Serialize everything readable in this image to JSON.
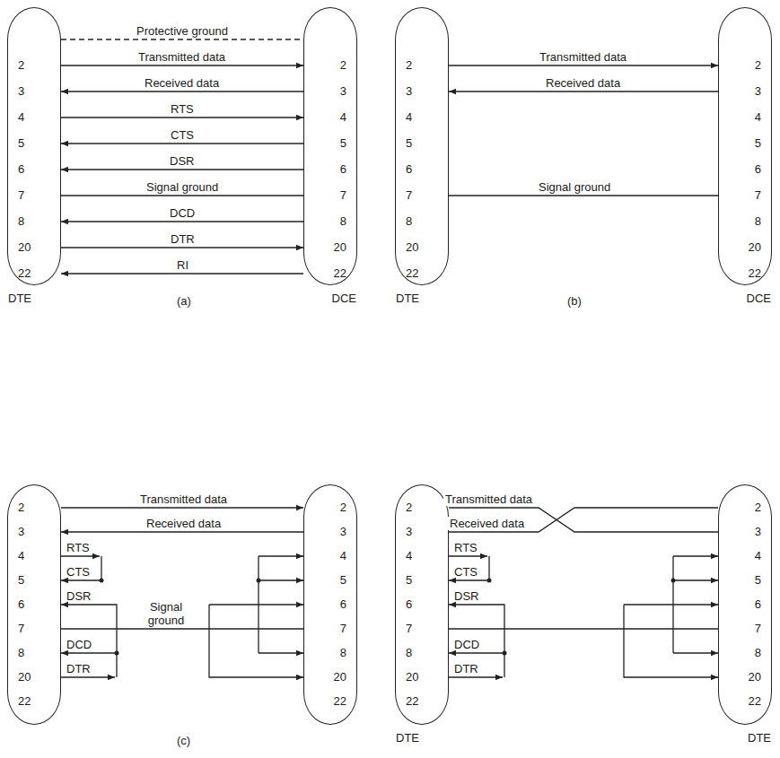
{
  "diagram": {
    "nodes": [
      {
        "text": [
          "2",
          "3",
          "4",
          "5",
          "6",
          "7",
          "8",
          "20",
          "22",
          "DTE"
        ]
      },
      {
        "text": [
          "2",
          "3",
          "4",
          "5",
          "6",
          "7",
          "8",
          "20",
          "22",
          "DCE"
        ]
      },
      {
        "text": [
          "2",
          "3",
          "4",
          "5",
          "6",
          "7",
          "8",
          "20",
          "22",
          "DTE"
        ]
      },
      {
        "text": [
          "2",
          "3",
          "4",
          "5",
          "6",
          "7",
          "8",
          "20",
          "22",
          "DCE"
        ]
      },
      {
        "text": [
          "2",
          "3",
          "4",
          "5",
          "6",
          "7",
          "8",
          "20",
          "22"
        ]
      },
      {
        "text": [
          "2",
          "3",
          "4",
          "5",
          "6",
          "7",
          "8",
          "20",
          "22"
        ]
      },
      {
        "text": [
          "2",
          "3",
          "4",
          "5",
          "6",
          "7",
          "8",
          "20",
          "22",
          "DTE"
        ]
      },
      {
        "text": [
          "2",
          "3",
          "4",
          "5",
          "6",
          "7",
          "8",
          "20",
          "22",
          "DTE"
        ]
      }
    ],
    "edges": [
      {
        "from": 0,
        "to": 1,
        "arrow": "none",
        "label": "Protective ground"
      },
      {
        "from": 0,
        "to": 1,
        "arrow": "to",
        "label": "Transmitted data"
      },
      {
        "from": 1,
        "to": 0,
        "arrow": "to",
        "label": "Received data"
      },
      {
        "from": 0,
        "to": 1,
        "arrow": "to",
        "label": "RTS"
      },
      {
        "from": 1,
        "to": 0,
        "arrow": "to",
        "label": "CTS"
      },
      {
        "from": 1,
        "to": 0,
        "arrow": "to",
        "label": "DSR"
      },
      {
        "from": 0,
        "to": 1,
        "arrow": "none",
        "label": "Signal ground"
      },
      {
        "from": 1,
        "to": 0,
        "arrow": "to",
        "label": "DCD"
      },
      {
        "from": 0,
        "to": 1,
        "arrow": "to",
        "label": "DTR"
      },
      {
        "from": 1,
        "to": 0,
        "arrow": "to",
        "label": "RI"
      },
      {
        "from": 2,
        "to": 3,
        "arrow": "to",
        "label": "Transmitted data"
      },
      {
        "from": 3,
        "to": 2,
        "arrow": "to",
        "label": "Received data"
      },
      {
        "from": 2,
        "to": 3,
        "arrow": "none",
        "label": "Signal ground"
      },
      {
        "from": 4,
        "to": 5,
        "arrow": "to",
        "label": "Transmitted data"
      },
      {
        "from": 5,
        "to": 4,
        "arrow": "to",
        "label": "Received data"
      },
      {
        "from": 4,
        "to": 5,
        "arrow": "none",
        "label": "Signal ground"
      },
      {
        "from": 6,
        "to": 7,
        "arrow": "none",
        "label": "Transmitted data"
      },
      {
        "from": 7,
        "to": 6,
        "arrow": "none",
        "label": "Received data"
      },
      {
        "from": 6,
        "to": 7,
        "arrow": "none"
      }
    ],
    "labels": [
      "(a)",
      "(b)",
      "RTS",
      "CTS",
      "DSR",
      "DCD",
      "DTR",
      "(c)",
      "RTS",
      "CTS",
      "DSR",
      "DCD",
      "DTR"
    ]
  }
}
